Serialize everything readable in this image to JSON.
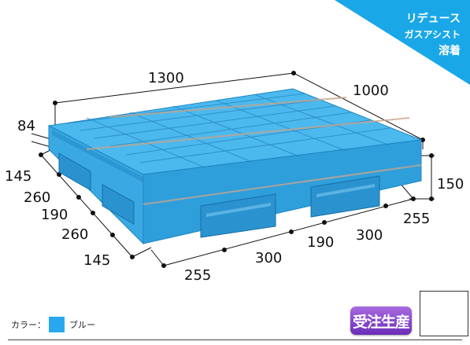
{
  "corner_badge": {
    "lines": [
      "リデュース",
      "ガスアシスト",
      "溶着"
    ],
    "color": "#1aa7e8"
  },
  "dimensions": {
    "length": "1300",
    "width": "1000",
    "deck_thickness": "84",
    "height": "150",
    "left_side": [
      "145",
      "260",
      "190",
      "260",
      "145"
    ],
    "front_side": [
      "255",
      "300",
      "190",
      "300",
      "255"
    ]
  },
  "color_legend": {
    "label": "カラー：",
    "swatch_color": "#29a8f0",
    "value": "ブルー"
  },
  "order_badge": {
    "label": "受注生産",
    "color": "#7e3fce"
  },
  "forklift_icon": "forklift-not-allowed-icon",
  "pallet_color": "#43b3ec"
}
